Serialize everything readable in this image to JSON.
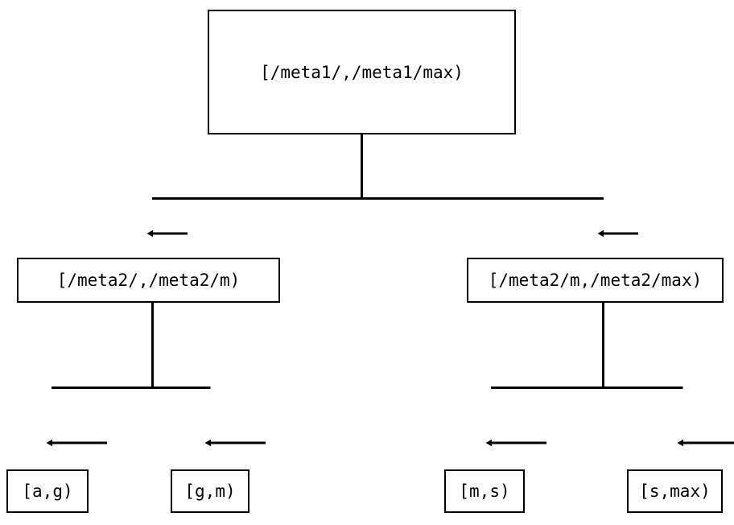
{
  "diagram": {
    "type": "tree",
    "orientation": "top-down",
    "background_color": "#ffffff",
    "line_color": "#000000",
    "text_color": "#000000",
    "nodes": {
      "root": {
        "label": "[/meta1/,/meta1/max)"
      },
      "meta2_low": {
        "label": "[/meta2/,/meta2/m)"
      },
      "meta2_high": {
        "label": "[/meta2/m,/meta2/max)"
      },
      "leaf_ag": {
        "label": "[a,g)"
      },
      "leaf_gm": {
        "label": "[g,m)"
      },
      "leaf_ms": {
        "label": "[m,s)"
      },
      "leaf_smax": {
        "label": "[s,max)"
      }
    },
    "edges": [
      {
        "from": "root",
        "to": "meta2_low",
        "arrow": "filled-triangle"
      },
      {
        "from": "root",
        "to": "meta2_high",
        "arrow": "filled-triangle"
      },
      {
        "from": "meta2_low",
        "to": "leaf_ag",
        "arrow": "filled-triangle"
      },
      {
        "from": "meta2_low",
        "to": "leaf_gm",
        "arrow": "filled-triangle"
      },
      {
        "from": "meta2_high",
        "to": "leaf_ms",
        "arrow": "filled-triangle"
      },
      {
        "from": "meta2_high",
        "to": "leaf_smax",
        "arrow": "filled-triangle"
      }
    ]
  }
}
